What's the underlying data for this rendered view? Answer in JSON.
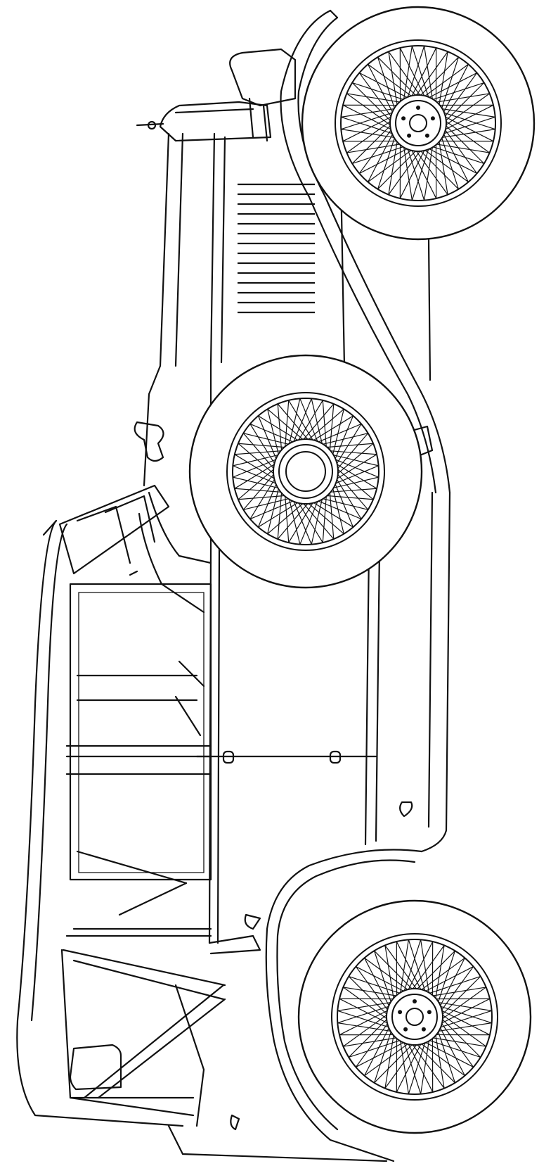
{
  "drawing": {
    "subject": "",
    "wheel_count": 3,
    "spokes_per_wheel": 40,
    "hood_louvres": 14,
    "line_color": "#111111",
    "background_color": "#ffffff"
  }
}
